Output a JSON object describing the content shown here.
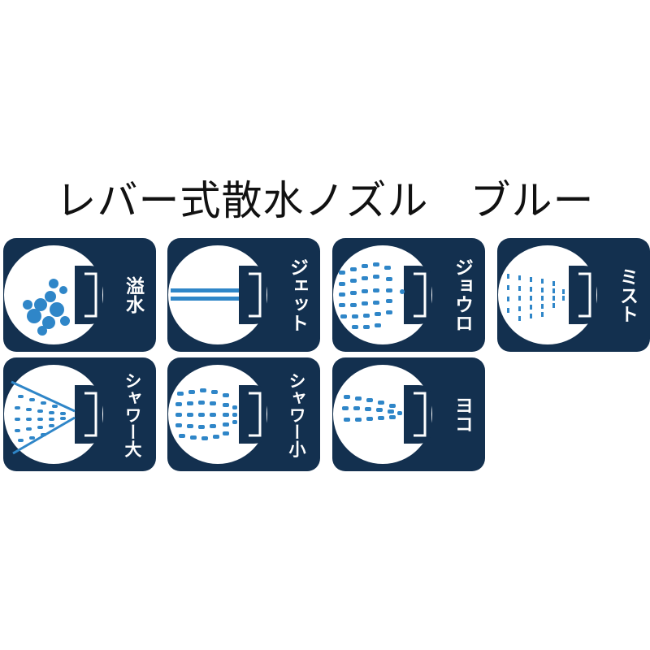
{
  "title": "レバー式散水ノズル　ブルー",
  "colors": {
    "panel": "#13304f",
    "water": "#2f86c8",
    "circle": "#ffffff"
  },
  "modes": [
    {
      "label": "溢水",
      "icon": "overflow-spray-icon"
    },
    {
      "label": "ジェット",
      "icon": "jet-spray-icon"
    },
    {
      "label": "ジョウロ",
      "icon": "watering-can-spray-icon"
    },
    {
      "label": "ミスト",
      "icon": "mist-spray-icon"
    },
    {
      "label": "シャワー大",
      "icon": "large-shower-spray-icon"
    },
    {
      "label": "シャワー小",
      "icon": "small-shower-spray-icon"
    },
    {
      "label": "ヨコ",
      "icon": "flat-fan-spray-icon"
    }
  ]
}
